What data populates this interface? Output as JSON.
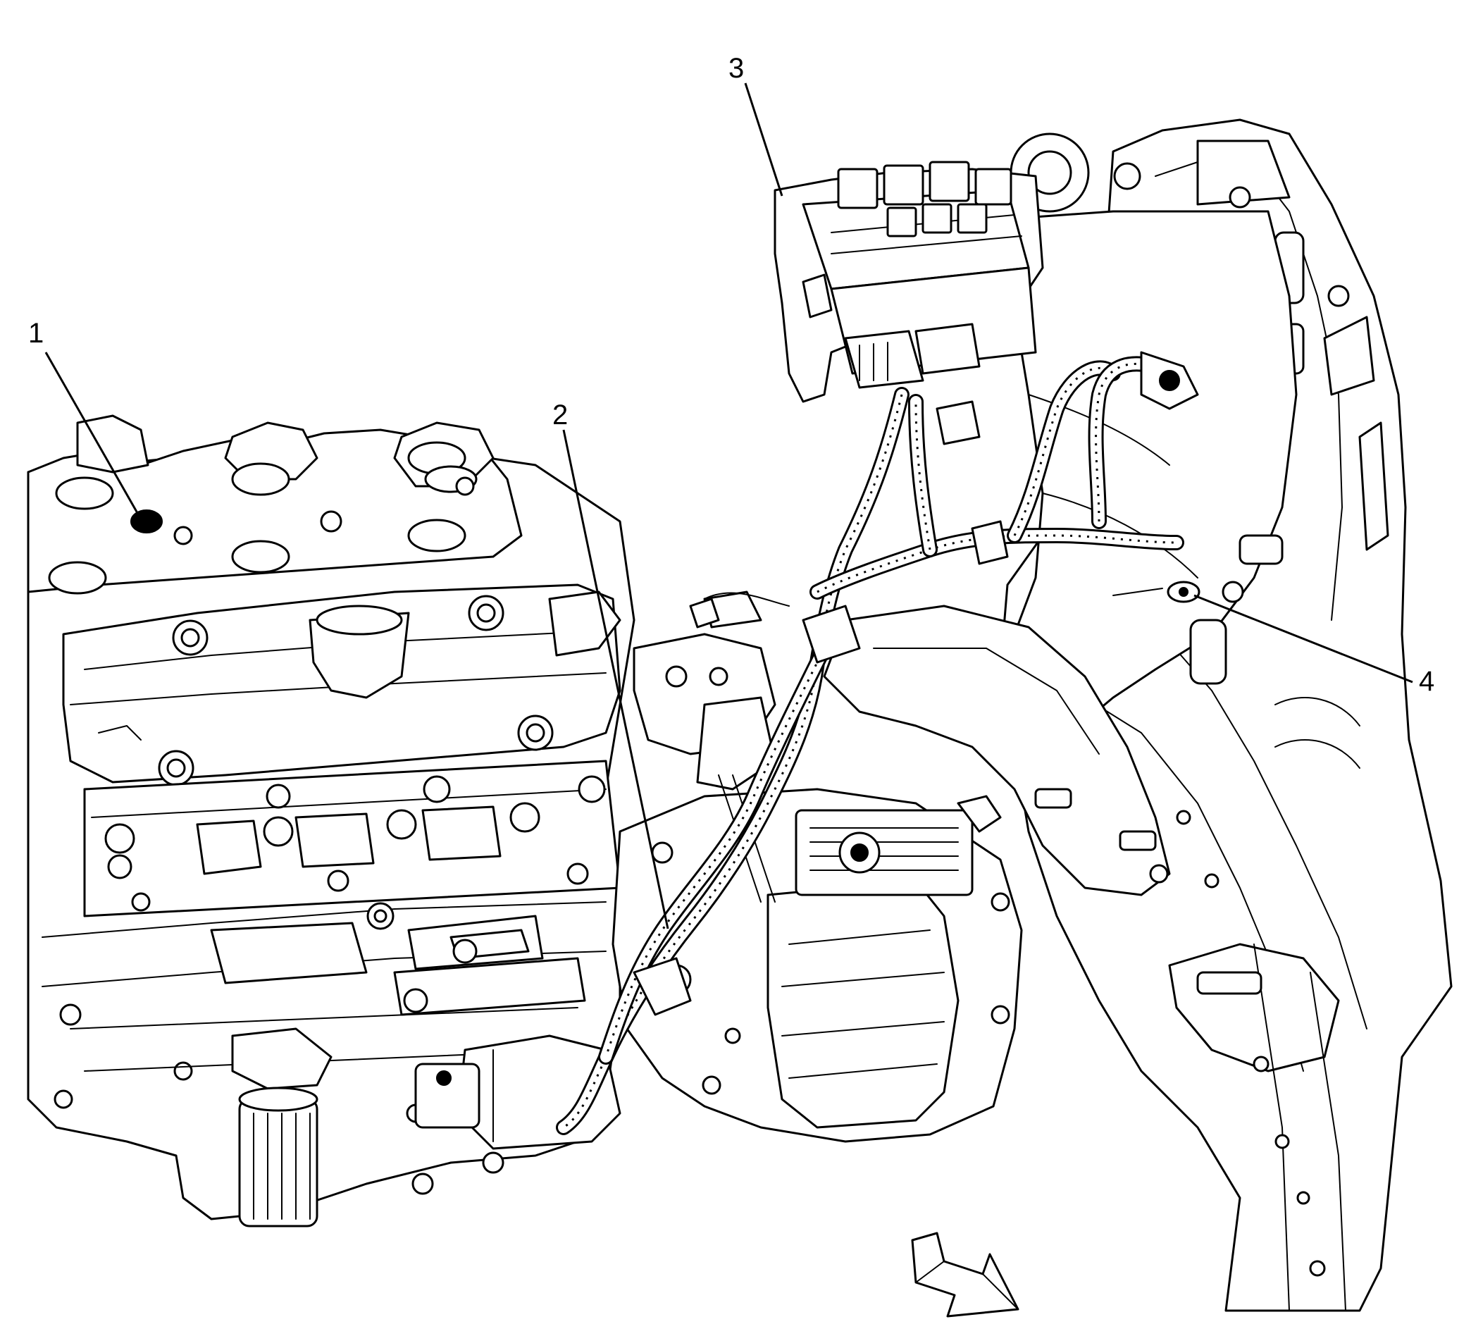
{
  "callouts": [
    {
      "id": "1",
      "label": "1"
    },
    {
      "id": "2",
      "label": "2"
    },
    {
      "id": "3",
      "label": "3"
    },
    {
      "id": "4",
      "label": "4"
    }
  ],
  "direction_arrow": {
    "icon": "view-direction-arrow-icon"
  },
  "colors": {
    "line": "#000000",
    "background": "#ffffff"
  }
}
